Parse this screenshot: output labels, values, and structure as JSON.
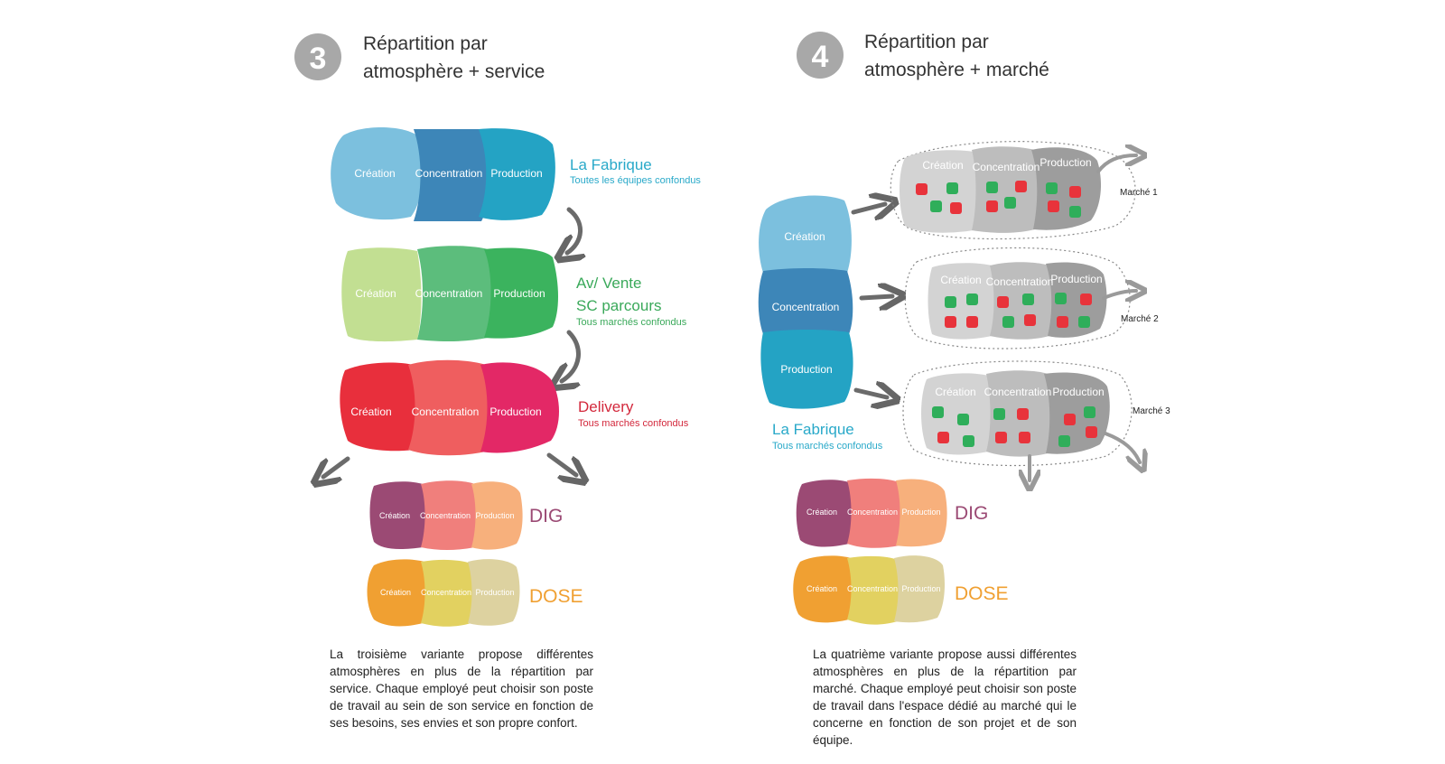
{
  "left_panel": {
    "step_number": "3",
    "title_line1": "Répartition par",
    "title_line2": "atmosphère + service",
    "blob_labels": [
      "Création",
      "Concentration",
      "Production"
    ],
    "groups": {
      "fabrique": {
        "title": "La Fabrique",
        "subtitle": "Toutes les équipes confondus",
        "color": "#29a9c9"
      },
      "avvente": {
        "title_line1": "Av/ Vente",
        "title_line2": "SC parcours",
        "subtitle": "Tous marchés confondus",
        "color": "#3aa95a"
      },
      "delivery": {
        "title": "Delivery",
        "subtitle": "Tous marchés confondus",
        "color": "#d3283c"
      },
      "dig": {
        "title": "DIG",
        "color": "#9b4a74"
      },
      "dose": {
        "title": "DOSE",
        "color": "#f0a032"
      }
    },
    "description": "La troisième variante propose différentes atmosphères en plus de la répartition par service. Chaque employé peut choisir son poste de travail au sein de son service en fonction de ses besoins, ses envies et son propre confort."
  },
  "right_panel": {
    "step_number": "4",
    "title_line1": "Répartition par",
    "title_line2": "atmosphère  + marché",
    "blob_labels": [
      "Création",
      "Concentration",
      "Production"
    ],
    "fabrique": {
      "title": "La Fabrique",
      "subtitle": "Tous marchés confondus",
      "color": "#29a9c9"
    },
    "markets": [
      "Marché 1",
      "Marché 2",
      "Marché 3"
    ],
    "dig": {
      "title": "DIG",
      "color": "#9b4a74"
    },
    "dose": {
      "title": "DOSE",
      "color": "#f0a032"
    },
    "description": "La quatrième variante propose aussi différentes atmosphères en plus de la répartition par marché. Chaque employé peut choisir son poste de travail dans l'espace dédié au marché qui le concerne en fonction de son projet et de son équipe."
  },
  "colors": {
    "badge": "#a8a8a8",
    "arrow": "#6b6b6b",
    "seat_red": "#e8333b",
    "seat_green": "#2fae5a"
  }
}
